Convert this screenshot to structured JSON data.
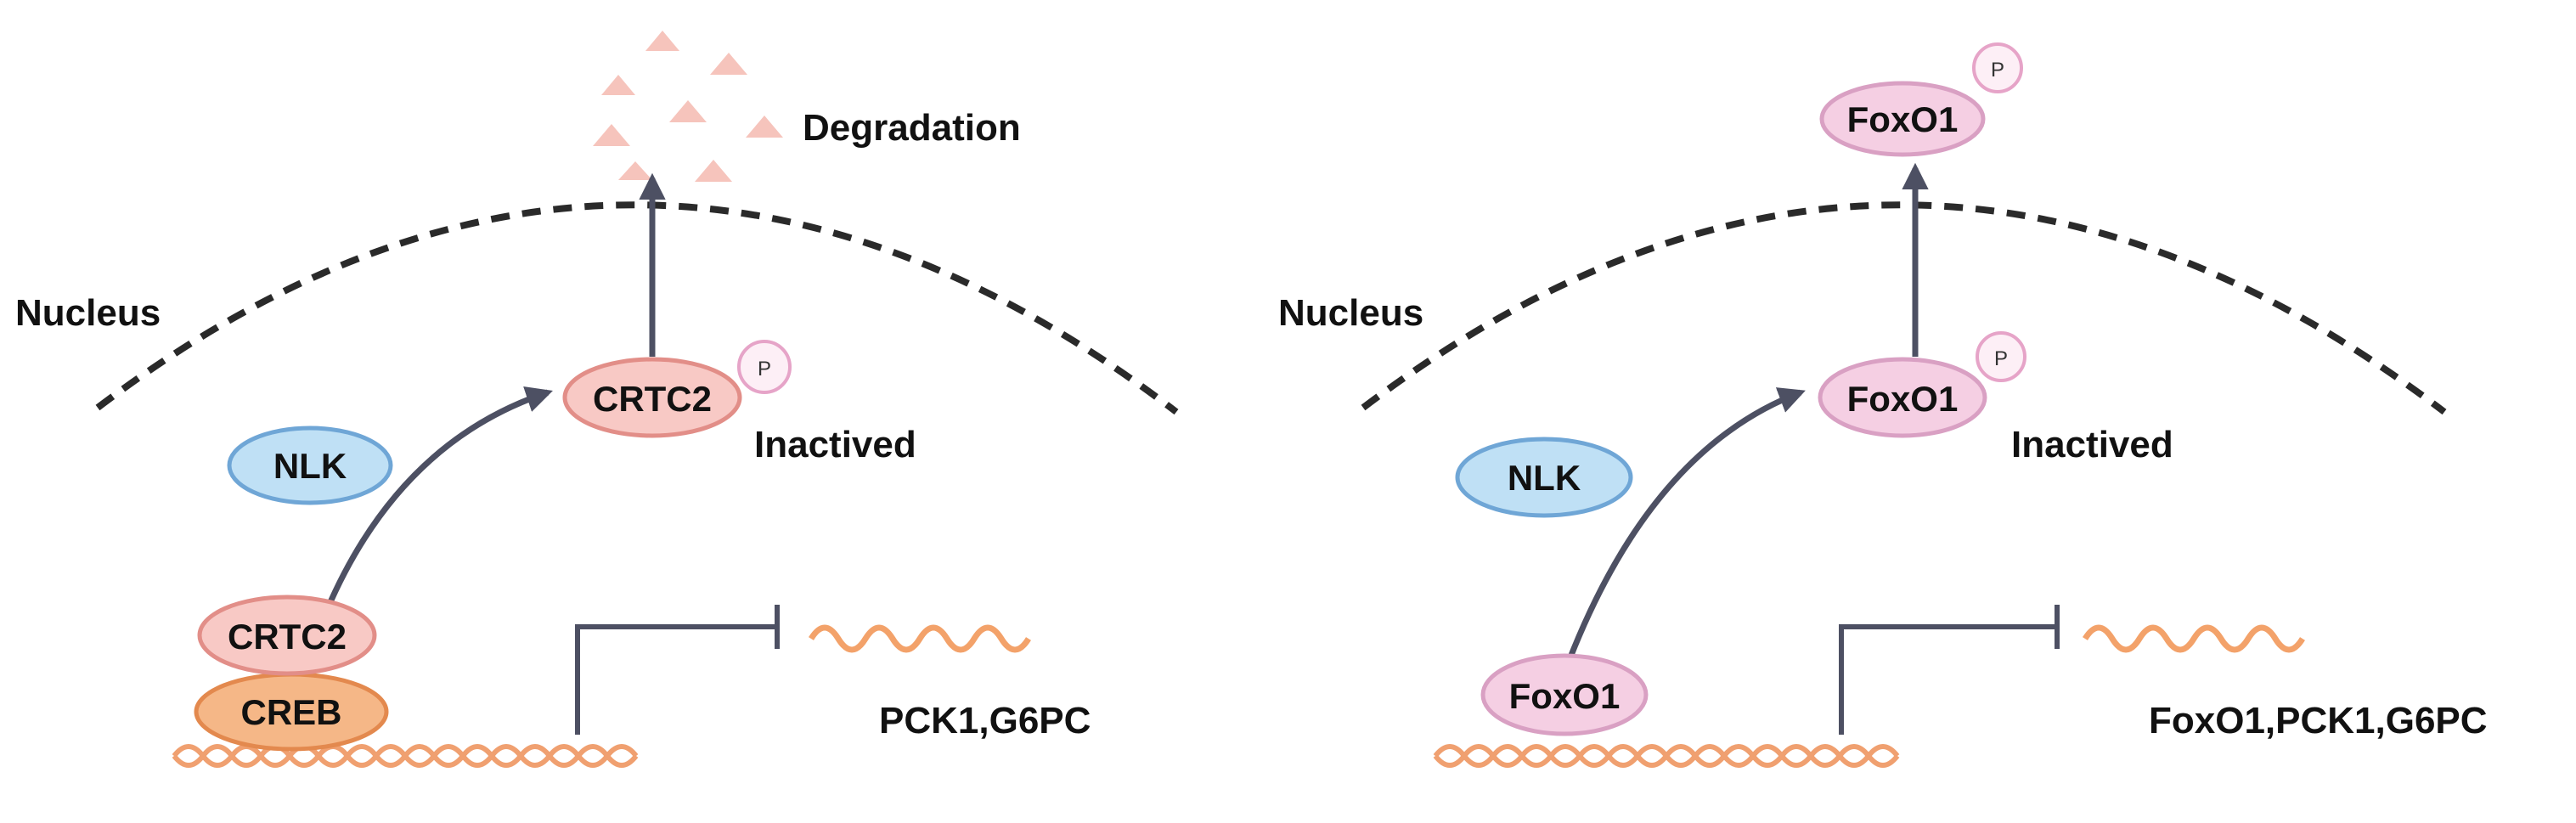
{
  "colors": {
    "nlk_fill": "#bfe0f5",
    "nlk_stroke": "#6fa6d6",
    "crtc2_fill": "#f8c9c5",
    "crtc2_stroke": "#e28e88",
    "creb_fill": "#f5b787",
    "creb_stroke": "#e3894e",
    "foxo1_fill": "#f5cfe3",
    "foxo1_stroke": "#d9a0c3",
    "dna": "#f0a070",
    "mrna": "#f3a26a",
    "arrow": "#4d5063",
    "phospho_fill": "#fdeff6",
    "phospho_stroke": "#e6a4c8",
    "fragments": "#f6c4bc"
  },
  "icons": [
    "phospho-icon",
    "degradation-fragment-icon",
    "dna-icon",
    "mrna-icon"
  ],
  "left_panel": {
    "nucleus_label": "Nucleus",
    "degradation_label": "Degradation",
    "nlk_label": "NLK",
    "crtc2_active_label": "CRTC2",
    "crtc2_inactive_label": "CRTC2",
    "creb_label": "CREB",
    "phospho_label": "P",
    "inactived_label": "Inactived",
    "genes_label": "PCK1,G6PC"
  },
  "right_panel": {
    "nucleus_label": "Nucleus",
    "nlk_label": "NLK",
    "foxo1_active_label": "FoxO1",
    "foxo1_inactive_label": "FoxO1",
    "foxo1_exported_label": "FoxO1",
    "phospho_label": "P",
    "inactived_label": "Inactived",
    "genes_label": "FoxO1,PCK1,G6PC"
  }
}
